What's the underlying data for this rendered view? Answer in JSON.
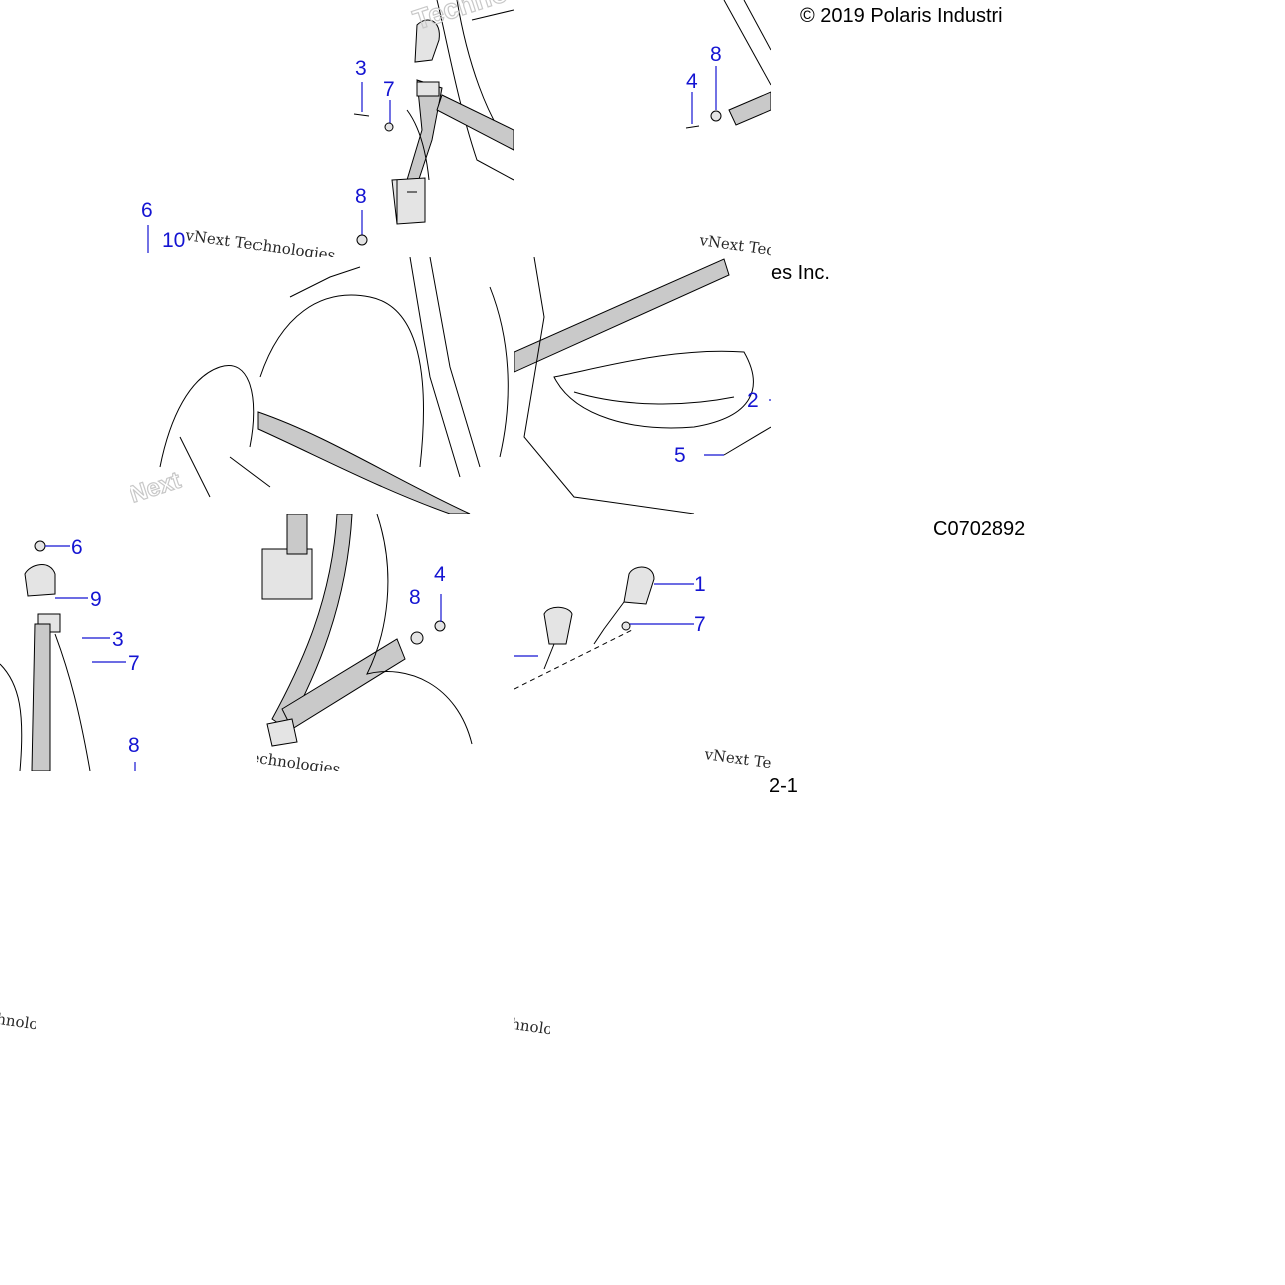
{
  "copyright": "© 2019 Polaris Industri",
  "copyright_tail": "es Inc.",
  "diagram_code": "C0702892",
  "page_number": "2-1",
  "watermark": {
    "line1": "vNext Technologies",
    "line2": "Technologies",
    "brand": "vNext"
  },
  "callouts": {
    "t1_3": "3",
    "t1_7": "7",
    "t1_8": "8",
    "t1_6": "6",
    "t1_10": "10",
    "t2_8": "8",
    "t2_4": "4",
    "t4_2": "2",
    "t4_5": "5",
    "t5_6": "6",
    "t5_9": "9",
    "t5_3": "3",
    "t5_7": "7",
    "t5_8": "8",
    "t6_8": "8",
    "t6_4": "4",
    "t7_1": "1",
    "t7_7": "7"
  },
  "colors": {
    "callout": "#1414d2",
    "belt": "#c9c9c9",
    "line": "#000000"
  }
}
